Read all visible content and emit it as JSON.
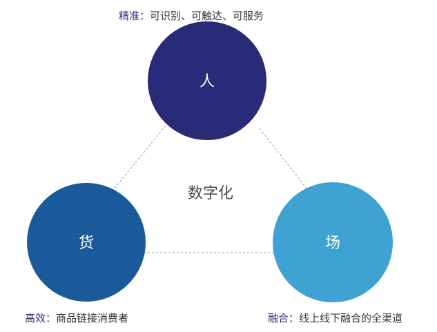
{
  "center_label": "数字化",
  "nodes": {
    "people": {
      "label": "人",
      "color": "#292a78",
      "caption_key": "精准",
      "caption_separator": "：",
      "caption_text": "可识别、可触达、可服务"
    },
    "goods": {
      "label": "货",
      "color": "#1b5a9a",
      "caption_key": "高效",
      "caption_separator": "：",
      "caption_text": "商品链接消费者"
    },
    "place": {
      "label": "场",
      "color": "#3ea2d2",
      "caption_key": "融合",
      "caption_separator": "：",
      "caption_text": "线上线下融合的全渠道"
    }
  }
}
